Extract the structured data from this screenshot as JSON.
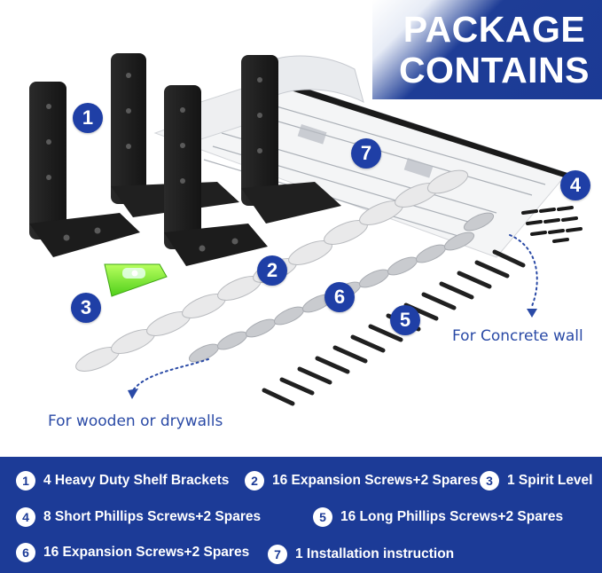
{
  "hero": {
    "title_line1": "PACKAGE",
    "title_line2": "CONTAINS"
  },
  "callouts": [
    "1",
    "2",
    "3",
    "4",
    "5",
    "6",
    "7"
  ],
  "captions": {
    "concrete": "For Concrete wall",
    "wooden": "For wooden or drywalls"
  },
  "legend": [
    {
      "num": "1",
      "text": "4 Heavy Duty Shelf Brackets"
    },
    {
      "num": "2",
      "text": "16 Expansion Screws+2 Spares"
    },
    {
      "num": "3",
      "text": "1 Spirit Level"
    },
    {
      "num": "4",
      "text": "8 Short Phillips Screws+2 Spares"
    },
    {
      "num": "5",
      "text": "16 Long Phillips Screws+2 Spares"
    },
    {
      "num": "6",
      "text": "16 Expansion Screws+2 Spares"
    },
    {
      "num": "7",
      "text": "1 Installation instruction"
    }
  ],
  "colors": {
    "brand_blue": "#1c3b97",
    "bracket_black": "#1c1c1c",
    "level_green": "#7ee832",
    "anchor_white": "#e9e9ea",
    "anchor_gray": "#c9cbcf"
  }
}
